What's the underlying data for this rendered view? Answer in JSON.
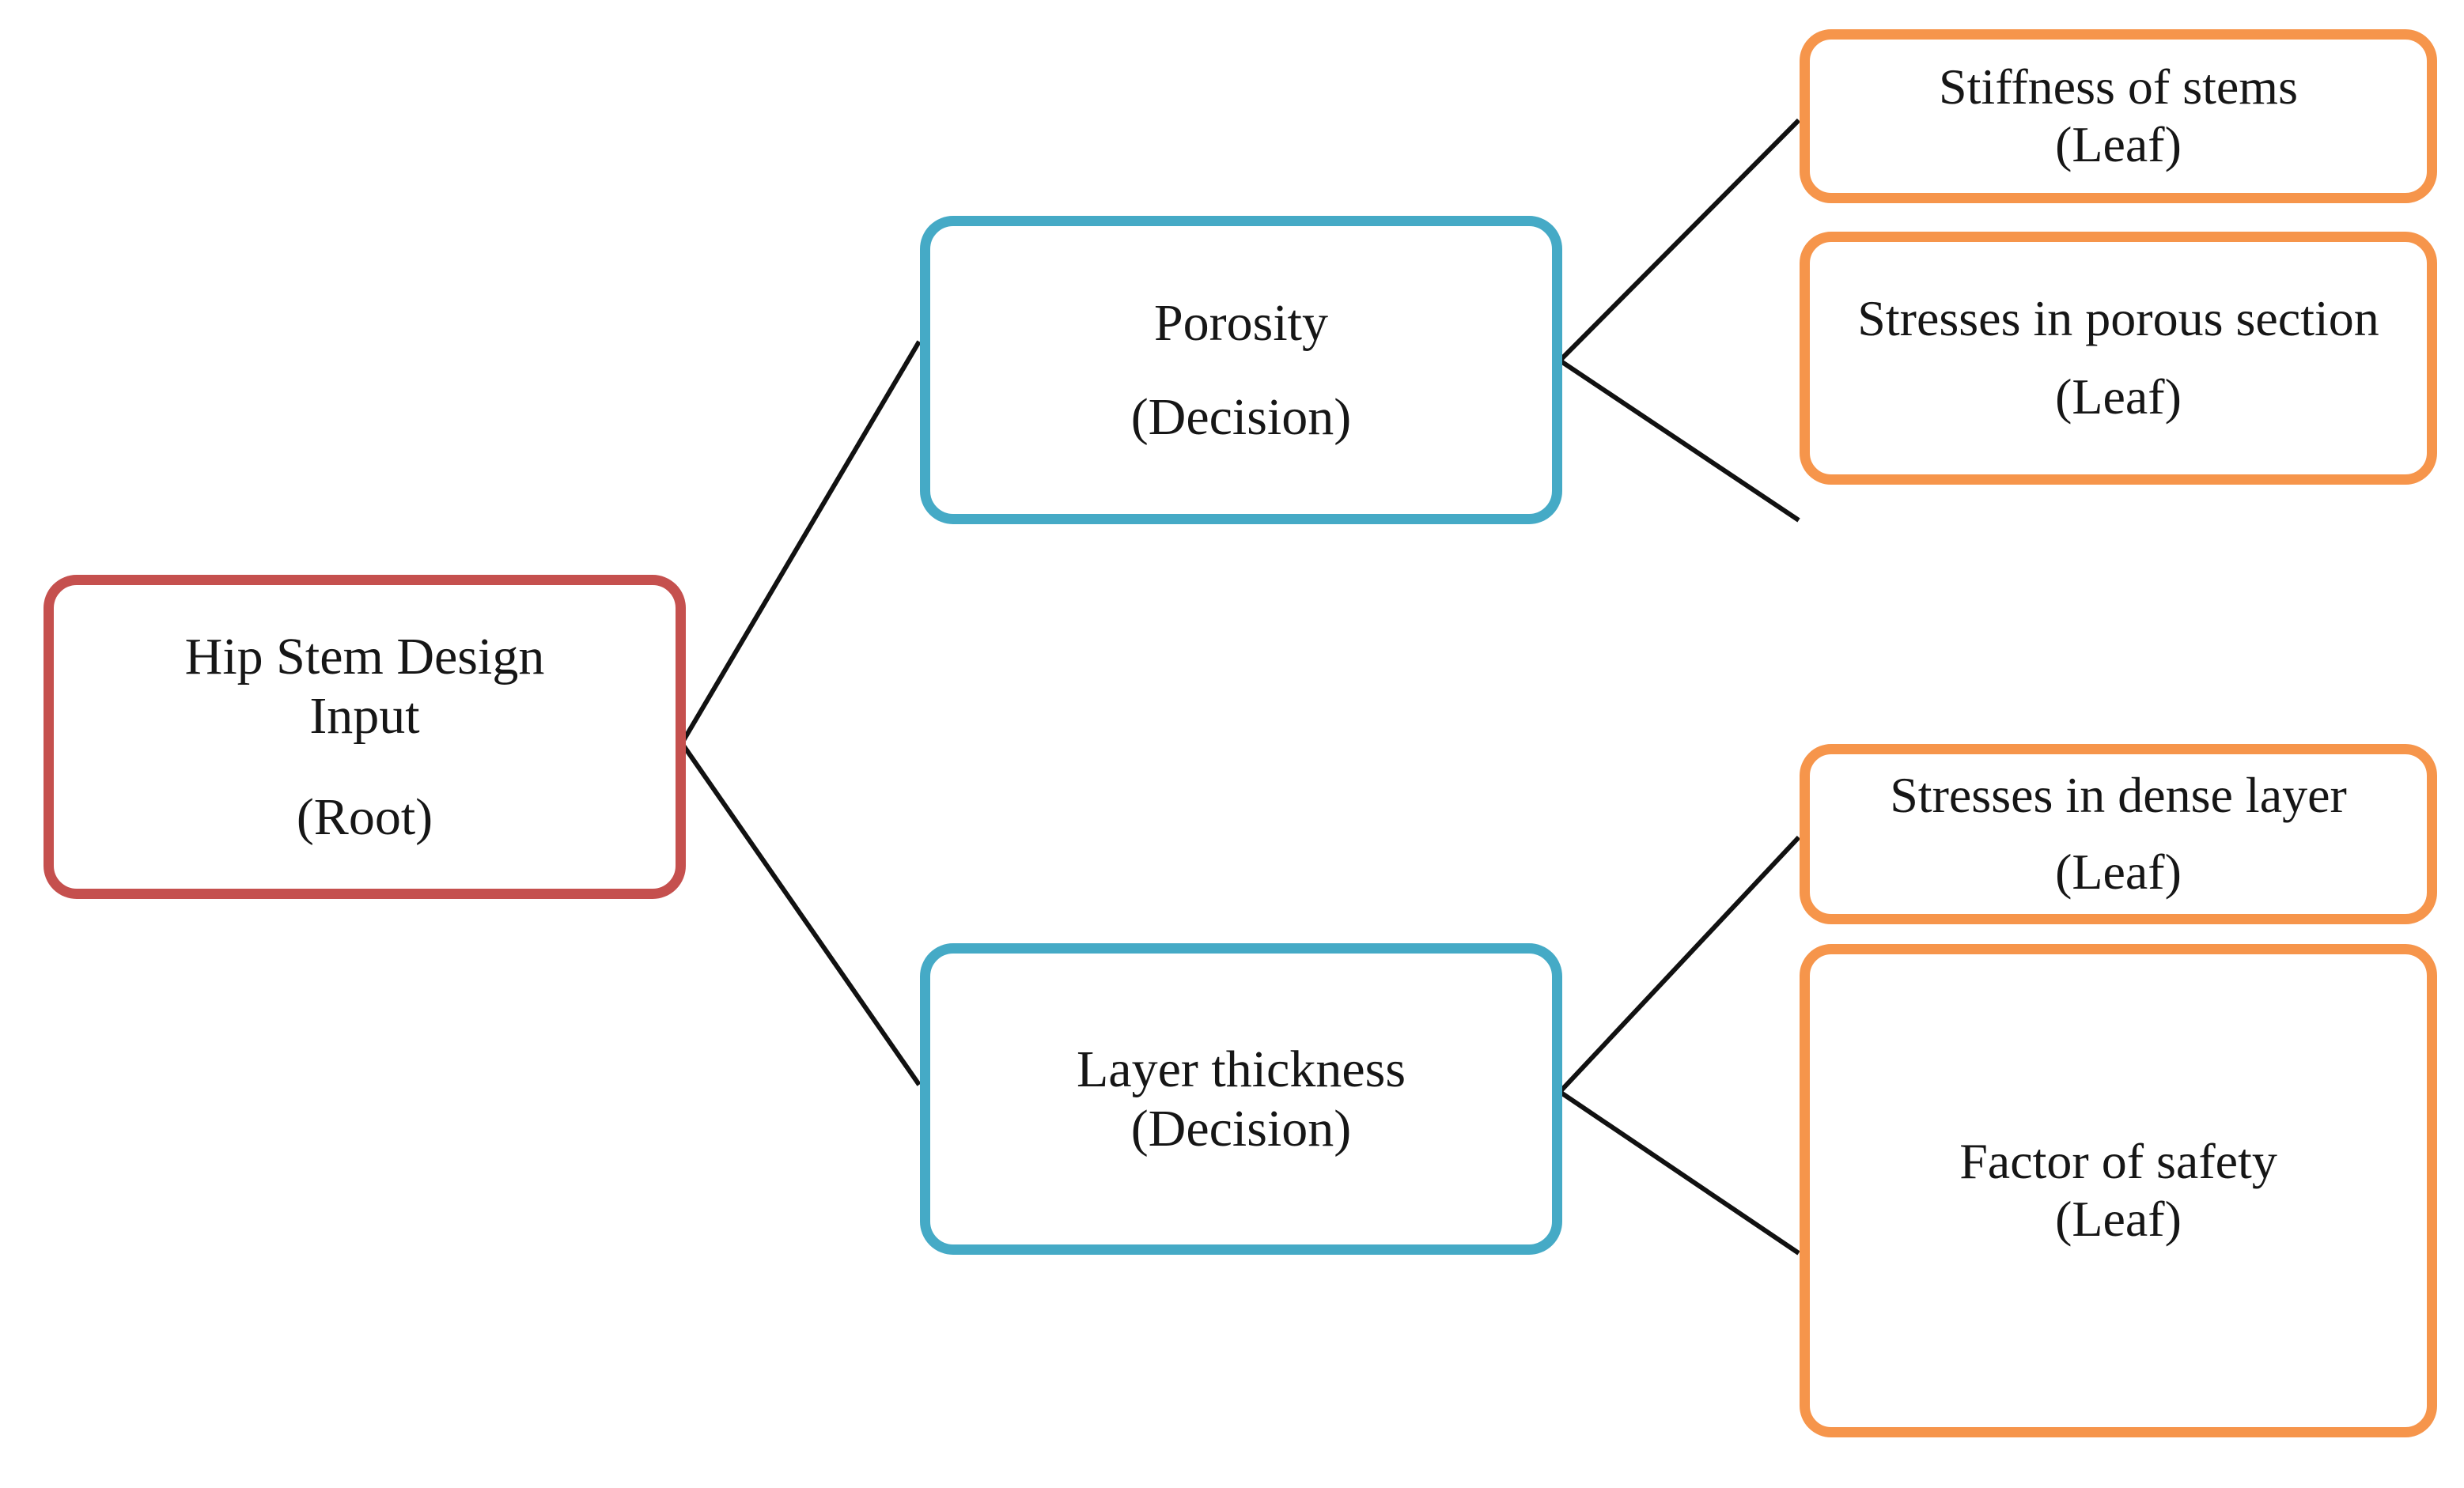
{
  "diagram": {
    "type": "decision-tree",
    "colors": {
      "root_border": "#c5504e",
      "decision_border": "#45aac6",
      "leaf_border": "#f6954b",
      "edge_line": "#111111",
      "background": "#ffffff",
      "text": "#161616"
    },
    "nodes": {
      "root": {
        "title": "Hip Stem Design",
        "title_line2": "Input",
        "kind": "(Root)"
      },
      "decision_porosity": {
        "title": "Porosity",
        "kind": "(Decision)"
      },
      "decision_layer_thickness": {
        "title": "Layer thickness",
        "kind": "(Decision)"
      },
      "leaf_stiffness": {
        "title": "Stiffness of stems",
        "kind": "(Leaf)"
      },
      "leaf_porous_stresses": {
        "title": "Stresses in porous section",
        "kind": "(Leaf)"
      },
      "leaf_dense_stresses": {
        "title": "Stresses in dense layer",
        "kind": "(Leaf)"
      },
      "leaf_factor_of_safety": {
        "title": "Factor of safety",
        "kind": "(Leaf)"
      }
    },
    "edges": [
      {
        "from": "root",
        "to": "decision_porosity"
      },
      {
        "from": "root",
        "to": "decision_layer_thickness"
      },
      {
        "from": "decision_porosity",
        "to": "leaf_stiffness"
      },
      {
        "from": "decision_porosity",
        "to": "leaf_porous_stresses"
      },
      {
        "from": "decision_layer_thickness",
        "to": "leaf_dense_stresses"
      },
      {
        "from": "decision_layer_thickness",
        "to": "leaf_factor_of_safety"
      }
    ]
  }
}
